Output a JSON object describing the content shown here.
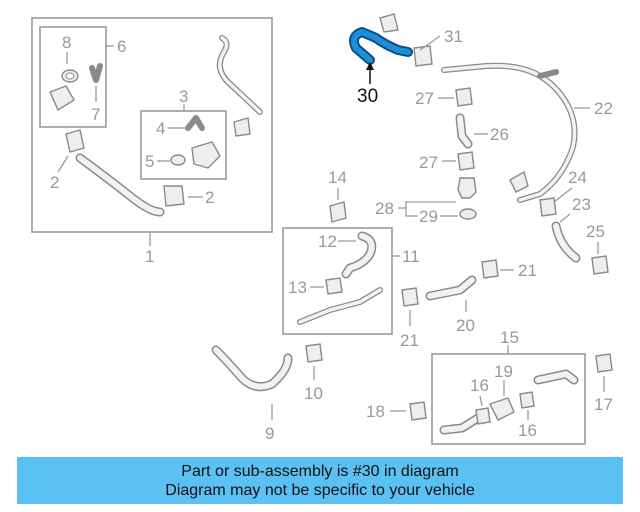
{
  "diagram": {
    "highlighted_part": "30",
    "highlight_color": "#1e8fd6",
    "callouts": [
      "1",
      "2",
      "2",
      "3",
      "4",
      "5",
      "6",
      "7",
      "8",
      "9",
      "10",
      "11",
      "12",
      "13",
      "14",
      "15",
      "16",
      "16",
      "17",
      "18",
      "19",
      "20",
      "21",
      "21",
      "22",
      "23",
      "24",
      "25",
      "26",
      "27",
      "27",
      "28",
      "29",
      "30",
      "31"
    ]
  },
  "banner": {
    "line1": "Part or sub-assembly is #30 in diagram",
    "line2": "Diagram may not be specific to your vehicle",
    "color": "#5bc1f2"
  }
}
